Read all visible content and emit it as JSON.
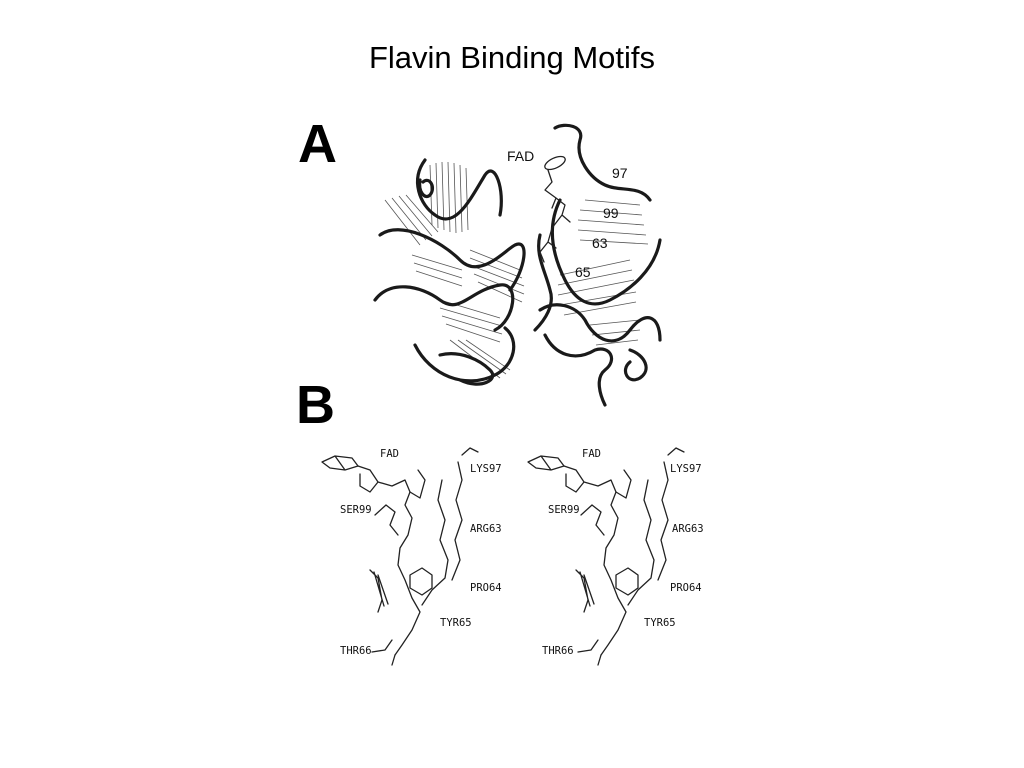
{
  "slide": {
    "title": "Flavin Binding Motifs"
  },
  "panels": {
    "a": {
      "letter": "A",
      "labels": {
        "fad": "FAD",
        "r97": "97",
        "r99": "99",
        "r63": "63",
        "r65": "65"
      }
    },
    "b": {
      "letter": "B",
      "labels": {
        "fad": "FAD",
        "lys97": "LYS97",
        "ser99": "SER99",
        "arg63": "ARG63",
        "pro64": "PRO64",
        "tyr65": "TYR65",
        "thr66": "THR66"
      }
    }
  }
}
